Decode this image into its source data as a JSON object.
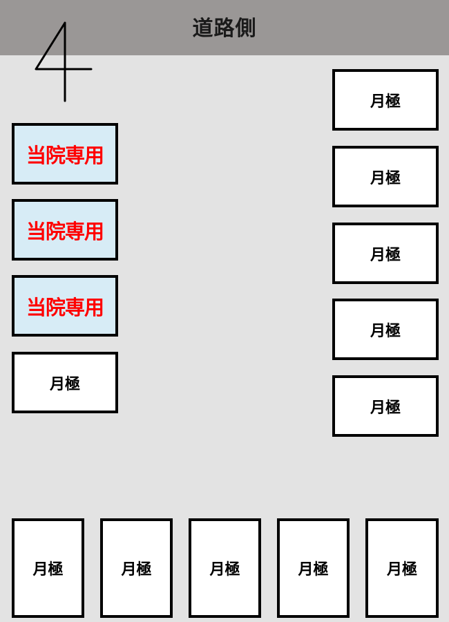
{
  "header": {
    "title": "道路側",
    "background": "#9a9796"
  },
  "lot_number": "4",
  "colors": {
    "background": "#e3e3e3",
    "reserved_fill": "#d7ecf6",
    "reserved_text": "#ff0000",
    "monthly_fill": "#ffffff",
    "border": "#000000"
  },
  "left_column": [
    {
      "label": "当院専用",
      "type": "reserved"
    },
    {
      "label": "当院専用",
      "type": "reserved"
    },
    {
      "label": "当院専用",
      "type": "reserved"
    },
    {
      "label": "月極",
      "type": "monthly"
    }
  ],
  "right_column": [
    {
      "label": "月極",
      "type": "monthly"
    },
    {
      "label": "月極",
      "type": "monthly"
    },
    {
      "label": "月極",
      "type": "monthly"
    },
    {
      "label": "月極",
      "type": "monthly"
    },
    {
      "label": "月極",
      "type": "monthly"
    }
  ],
  "bottom_row": [
    {
      "label": "月極",
      "type": "monthly"
    },
    {
      "label": "月極",
      "type": "monthly"
    },
    {
      "label": "月極",
      "type": "monthly"
    },
    {
      "label": "月極",
      "type": "monthly"
    },
    {
      "label": "月極",
      "type": "monthly"
    }
  ]
}
